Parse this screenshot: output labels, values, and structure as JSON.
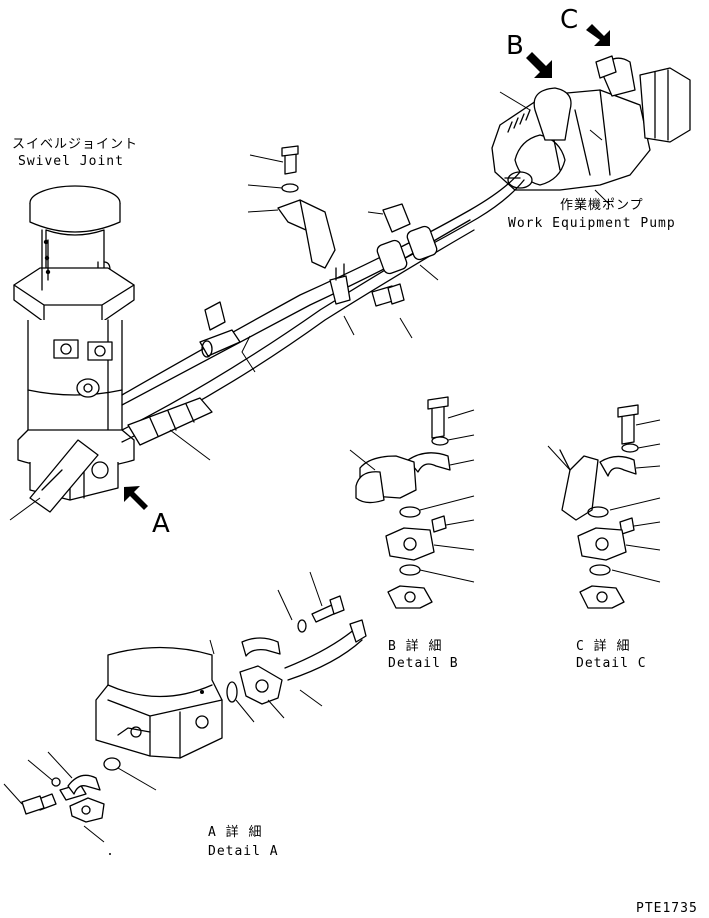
{
  "labels": {
    "swivel_jp": "スイベルジョイント",
    "swivel_en": "Swivel Joint",
    "pump_jp": "作業機ポンプ",
    "pump_en": "Work Equipment Pump",
    "arrow_a": "A",
    "arrow_b": "B",
    "arrow_c": "C",
    "detail_a_jp": "A 詳 細",
    "detail_a_en": "Detail A",
    "detail_b_jp": "B 詳 細",
    "detail_b_en": "Detail B",
    "detail_c_jp": "C 詳 細",
    "detail_c_en": "Detail C",
    "figure_code": "PTE1735"
  },
  "colors": {
    "ink": "#000000",
    "paper": "#ffffff"
  },
  "icons": {
    "view_arrow": "solid-arrow-icon",
    "bolt": "hex-bolt-icon",
    "washer": "washer-icon",
    "o_ring": "o-ring-icon",
    "flange": "split-flange-icon"
  }
}
